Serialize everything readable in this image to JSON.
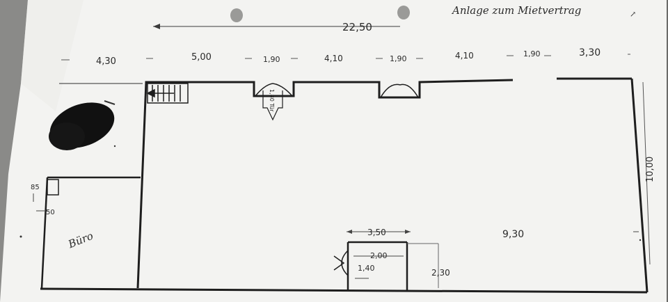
{
  "header": {
    "note": "Anlage zum Mietvertrag"
  },
  "overall": {
    "total_width": "22,50",
    "total_height": "10,00"
  },
  "top_segments": [
    "4,30",
    "5,00",
    "1,90",
    "4,10",
    "1,90",
    "4,10",
    "1,90",
    "3,30"
  ],
  "door_label": "1,80 Tür",
  "office": {
    "label": "Büro",
    "dim_85": "85",
    "dim_50": "50"
  },
  "lower_dims": {
    "d350": "3,50",
    "d930": "9,30",
    "d200": "2,00",
    "d140": "1,40",
    "d230": "2,30"
  },
  "colors": {
    "paper": "#f3f3f1",
    "ink": "#1e1e1e",
    "background": "#5a5a58",
    "redaction": "#111111"
  }
}
